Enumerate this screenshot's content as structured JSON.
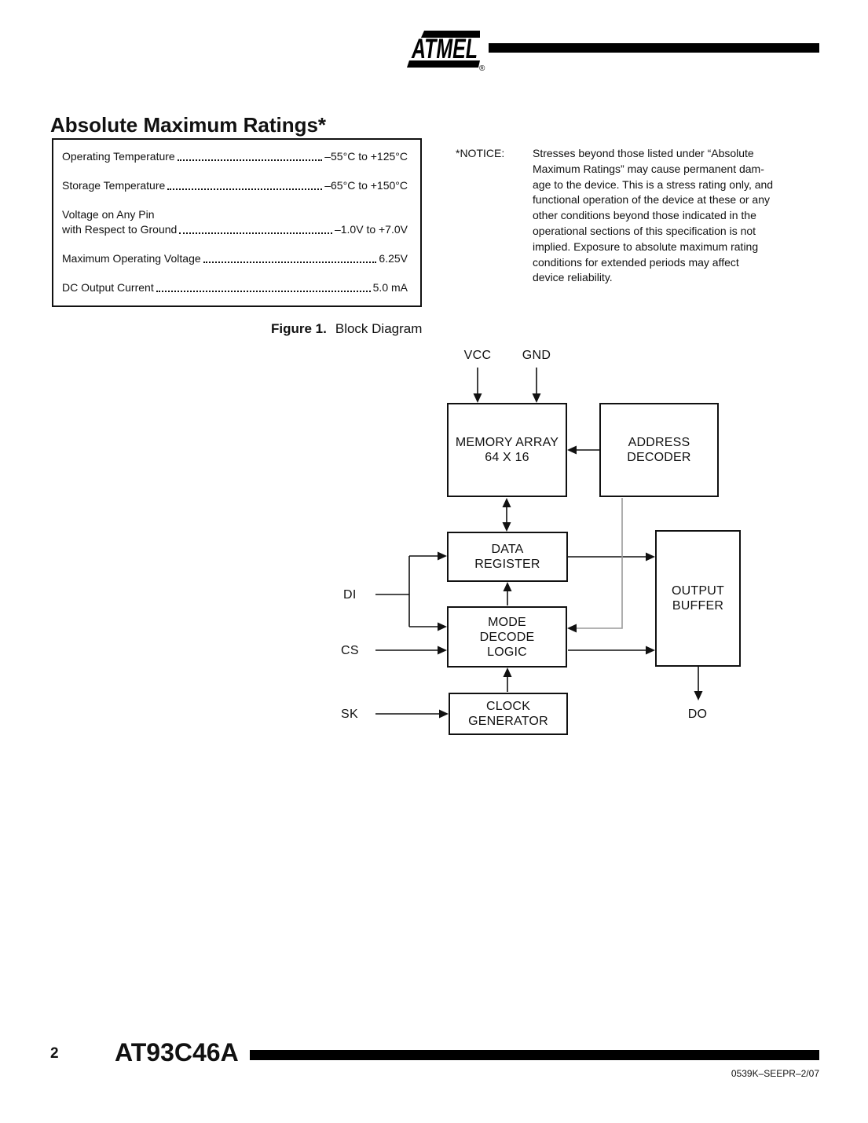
{
  "colors": {
    "ink": "#111111",
    "bar": "#000000",
    "connector_gray": "#9a9a9a"
  },
  "header": {
    "logo_text": "ATMEL",
    "registered_mark": "®"
  },
  "heading": "Absolute Maximum Ratings*",
  "ratings": {
    "rows": [
      {
        "label": "Operating Temperature",
        "value": "–55°C to +125°C"
      },
      {
        "label": "Storage Temperature",
        "value": "–65°C to +150°C"
      },
      {
        "label": "Voltage on Any Pin",
        "label2": "with Respect to Ground",
        "value": "–1.0V to +7.0V"
      },
      {
        "label": "Maximum Operating Voltage",
        "value": "6.25V"
      },
      {
        "label": "DC Output Current",
        "value": "5.0 mA"
      }
    ]
  },
  "notice": {
    "label": "*NOTICE:",
    "lines": [
      "Stresses beyond those listed under “Absolute",
      "Maximum Ratings” may cause permanent dam-",
      "age to the device. This is a stress rating only, and",
      "functional operation of the device at these or any",
      "other conditions beyond those indicated in the",
      "operational sections of this specification is not",
      "implied. Exposure to absolute maximum rating",
      "conditions for extended periods may affect",
      "device reliability."
    ]
  },
  "figure": {
    "label": "Figure 1.",
    "title": "Block Diagram"
  },
  "diagram": {
    "blocks": [
      {
        "name": "memory-array",
        "lines": [
          "MEMORY ARRAY",
          "64 X 16"
        ]
      },
      {
        "name": "address-decoder",
        "lines": [
          "ADDRESS",
          "DECODER"
        ]
      },
      {
        "name": "data-register",
        "lines": [
          "DATA",
          "REGISTER"
        ]
      },
      {
        "name": "output-buffer",
        "lines": [
          "OUTPUT",
          "BUFFER"
        ]
      },
      {
        "name": "mode-decode-logic",
        "lines": [
          "MODE",
          "DECODE",
          "LOGIC"
        ]
      },
      {
        "name": "clock-generator",
        "lines": [
          "CLOCK",
          "GENERATOR"
        ]
      }
    ],
    "pins": {
      "vcc": "VCC",
      "gnd": "GND",
      "di": "DI",
      "cs": "CS",
      "sk": "SK",
      "do": "DO"
    }
  },
  "footer": {
    "page_number": "2",
    "product": "AT93C46A",
    "doc_number": "0539K–SEEPR–2/07"
  }
}
